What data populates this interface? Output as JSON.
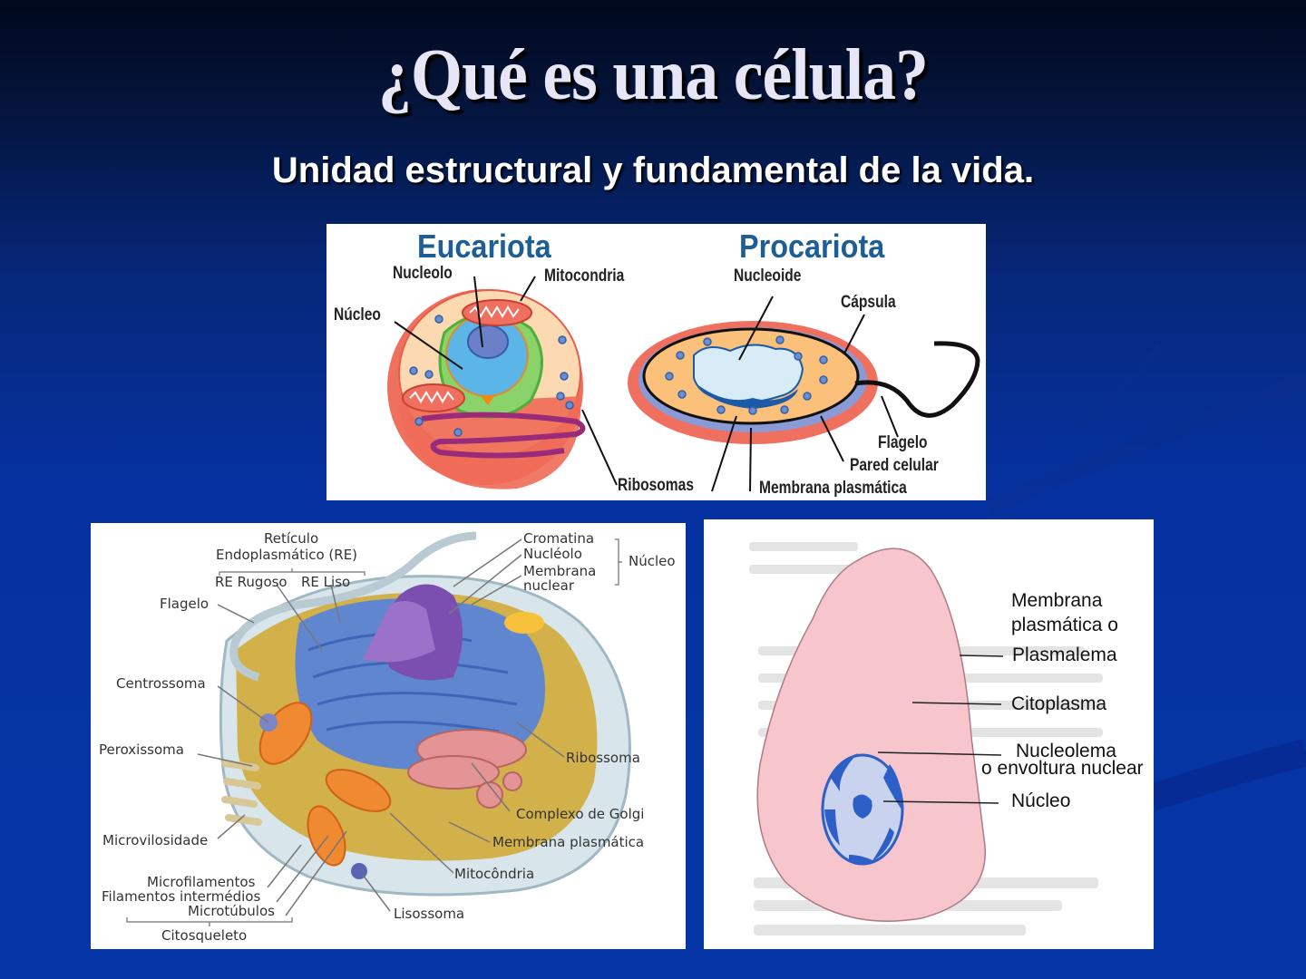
{
  "slide": {
    "title": "¿Qué es una célula?",
    "subtitle": "Unidad estructural y fundamental de la vida.",
    "colors": {
      "background_top": "#02081c",
      "background_bottom": "#0535a6",
      "title_text": "#e6e6f6",
      "subtitle_text": "#ffffff"
    }
  },
  "diagram_top": {
    "eucariota": {
      "heading": "Eucariota",
      "labels": {
        "nucleolo": "Nucleolo",
        "mitocondria": "Mitocondria",
        "nucleo": "Núcleo",
        "ribosomas": "Ribosomas"
      }
    },
    "procariota": {
      "heading": "Procariota",
      "labels": {
        "nucleoide": "Nucleoide",
        "capsula": "Cápsula",
        "flagelo": "Flagelo",
        "pared_celular": "Pared celular",
        "membrana_plasmatica": "Membrana plasmática"
      }
    },
    "colors": {
      "heading": "#1d5e94",
      "cell_outer": "#f07060",
      "cytoplasm": "#fcd9b0",
      "nucleus": "#5bb5e6"
    }
  },
  "diagram_animal_cell": {
    "labels": {
      "reticulo_title_1": "Retículo",
      "reticulo_title_2": "Endoplasmático (RE)",
      "re_rugoso": "RE Rugoso",
      "re_liso": "RE Liso",
      "flagelo": "Flagelo",
      "centrossoma": "Centrossoma",
      "peroxissoma": "Peroxissoma",
      "microvilosidade": "Microvilosidade",
      "microfilamentos": "Microfilamentos",
      "filamentos_intermedios": "Filamentos intermédios",
      "microtubulos": "Microtúbulos",
      "citosqueleto": "Citosqueleto",
      "cromatina": "Cromatina",
      "nucleolo": "Nucléolo",
      "membrana_nuclear_1": "Membrana",
      "membrana_nuclear_2": "nuclear",
      "nucleo": "Núcleo",
      "ribossoma": "Ribossoma",
      "complexo_golgi": "Complexo de Golgi",
      "membrana_plasmatica": "Membrana plasmática",
      "mitocondria": "Mitocôndria",
      "lisossoma": "Lisossoma"
    }
  },
  "diagram_simple_cell": {
    "labels": {
      "membrana_1": "Membrana",
      "membrana_2": "plasmática o",
      "plasmalema": "Plasmalema",
      "citoplasma": "Citoplasma",
      "nucleolema": "Nucleolema",
      "envoltura": "o envoltura nuclear",
      "nucleo": "Núcleo"
    },
    "colors": {
      "cell": "#f6c6cc",
      "nucleus_light": "#c9d3ee",
      "nucleus_dark": "#2e5fc8"
    }
  }
}
